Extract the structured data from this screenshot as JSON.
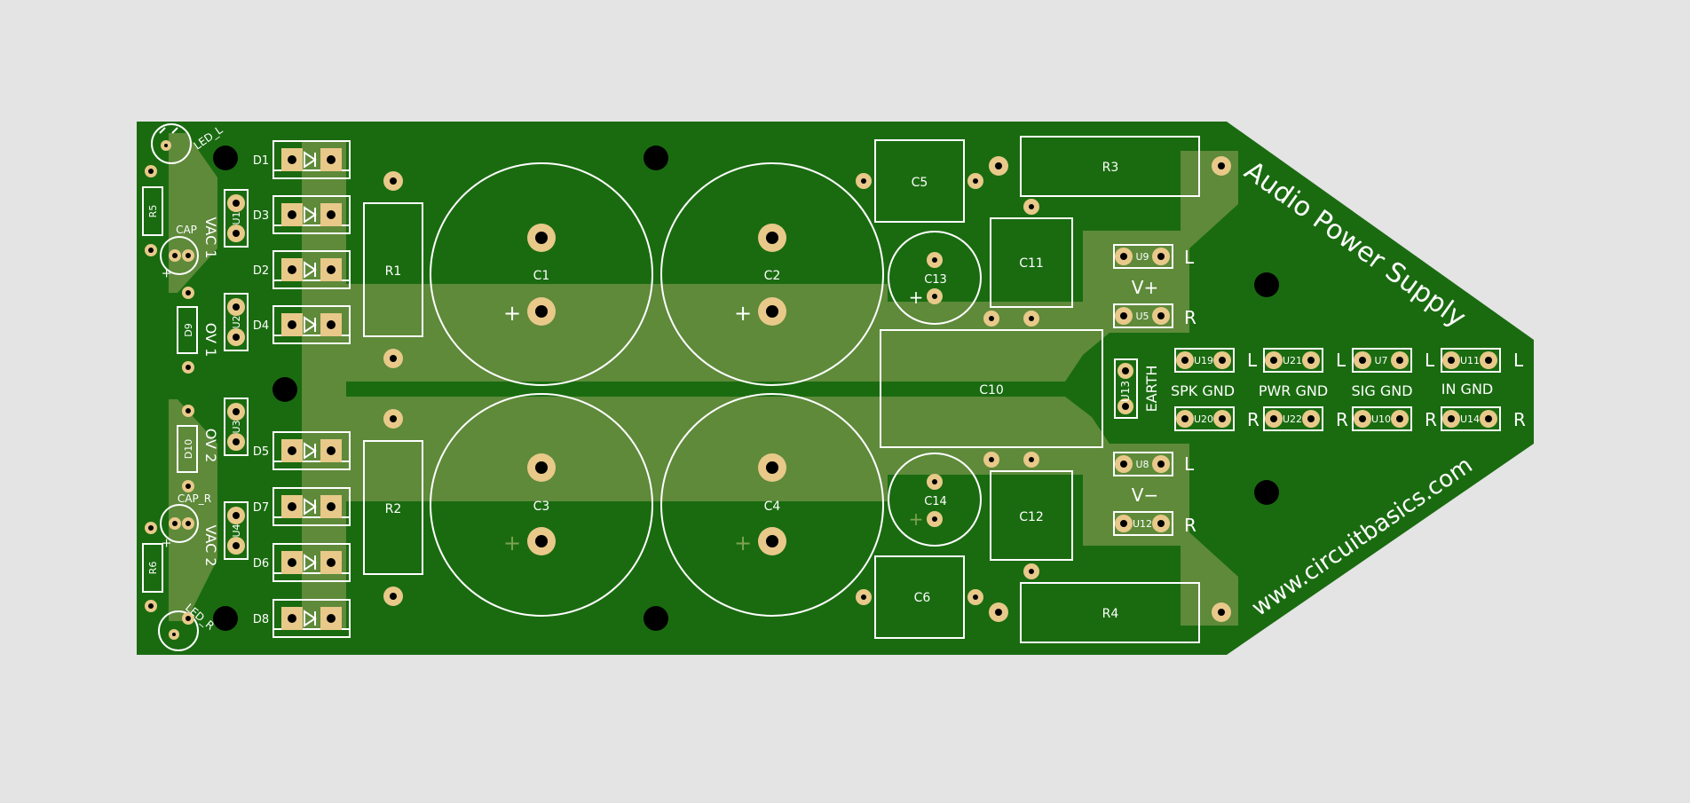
{
  "board": {
    "title": "Audio Power Supply",
    "website": "www.circuitbasics.com",
    "colors": {
      "background": "#e4e4e4",
      "soldermask": "#1a6b10",
      "copper_pour": "#5e8a3a",
      "pad": "#e8c98a",
      "silkscreen": "#ffffff"
    }
  },
  "refs": {
    "D1": "D1",
    "D2": "D2",
    "D3": "D3",
    "D4": "D4",
    "D5": "D5",
    "D6": "D6",
    "D7": "D7",
    "D8": "D8",
    "R1": "R1",
    "R2": "R2",
    "R3": "R3",
    "R4": "R4",
    "R5": "R5",
    "R6": "R6",
    "C1": "C1",
    "C2": "C2",
    "C3": "C3",
    "C4": "C4",
    "C5": "C5",
    "C6": "C6",
    "C10": "C10",
    "C11": "C11",
    "C12": "C12",
    "C13": "C13",
    "C14": "C14",
    "D9": "D9",
    "D10": "D10",
    "U1": "U1",
    "U2": "U2",
    "U3": "U3",
    "U4": "U4",
    "U5": "U5",
    "U7": "U7",
    "U8": "U8",
    "U9": "U9",
    "U10": "U10",
    "U11": "U11",
    "U12": "U12",
    "U13": "U13",
    "U14": "U14",
    "U19": "U19",
    "U20": "U20",
    "U21": "U21",
    "U22": "U22",
    "LED_L": "LED_L",
    "LED_R": "LED_R",
    "CAP_TOP": "CAP",
    "CAP_R": "CAP_R"
  },
  "labels": {
    "vac1": "VAC 1",
    "vac2": "VAC 2",
    "ov1": "OV 1",
    "ov2": "OV 2",
    "vplus": "V+",
    "vminus": "V−",
    "earth": "EARTH",
    "spk_gnd": "SPK GND",
    "pwr_gnd": "PWR GND",
    "sig_gnd": "SIG GND",
    "in_gnd": "IN GND",
    "L": "L",
    "R": "R",
    "plus": "+"
  }
}
